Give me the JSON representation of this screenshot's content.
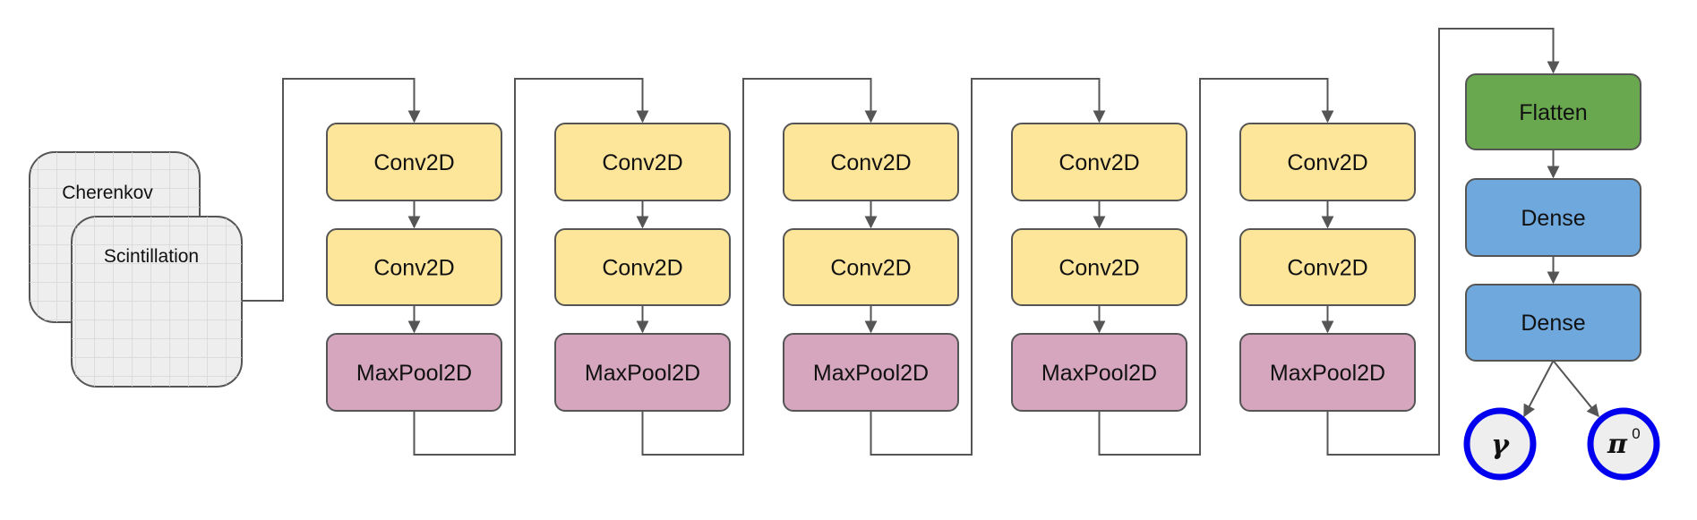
{
  "inputs": {
    "back_label": "Cherenkov",
    "front_label": "Scintillation"
  },
  "blocks": [
    {
      "layers": [
        "Conv2D",
        "Conv2D",
        "MaxPool2D"
      ]
    },
    {
      "layers": [
        "Conv2D",
        "Conv2D",
        "MaxPool2D"
      ]
    },
    {
      "layers": [
        "Conv2D",
        "Conv2D",
        "MaxPool2D"
      ]
    },
    {
      "layers": [
        "Conv2D",
        "Conv2D",
        "MaxPool2D"
      ]
    },
    {
      "layers": [
        "Conv2D",
        "Conv2D",
        "MaxPool2D"
      ]
    }
  ],
  "head": {
    "flatten_label": "Flatten",
    "dense1_label": "Dense",
    "dense2_label": "Dense"
  },
  "outputs": {
    "gamma_label": "γ",
    "pi_label": "π",
    "pi_superscript": "0"
  },
  "colors": {
    "conv": "#fde59a",
    "maxpool": "#d5a6bd",
    "flatten": "#6aa84f",
    "dense": "#6fa8dc",
    "output_ring": "#0000ee",
    "output_fill": "#eeeeee",
    "input_fill": "#eeeeee",
    "edge": "#555555"
  }
}
